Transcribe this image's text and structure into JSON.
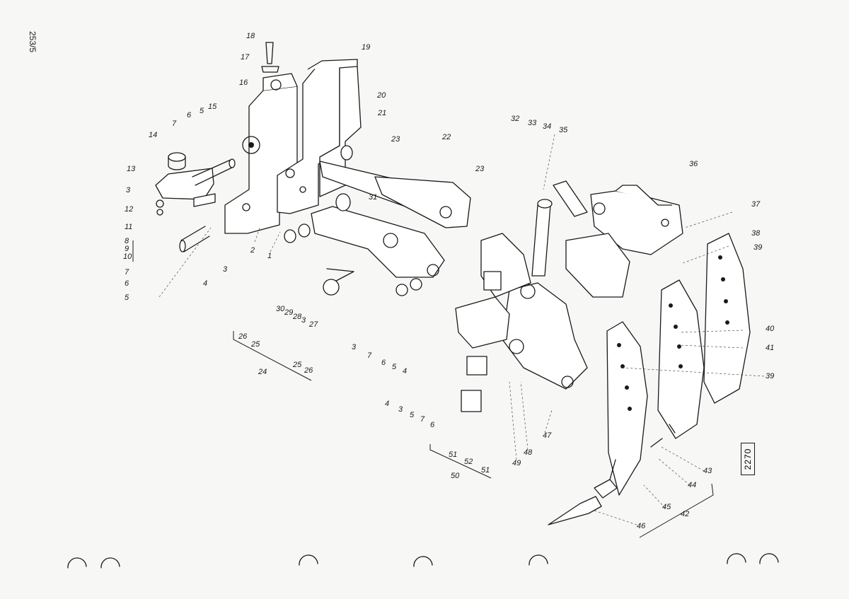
{
  "page_number": "253/5",
  "drawing_id": "2270",
  "labels": [
    "18",
    "17",
    "16",
    "19",
    "20",
    "21",
    "15",
    "5",
    "6",
    "7",
    "14",
    "13",
    "3",
    "12",
    "11",
    "8",
    "9",
    "10",
    "7",
    "6",
    "5",
    "4",
    "3",
    "2",
    "1",
    "31",
    "23",
    "22",
    "23",
    "32",
    "33",
    "34",
    "35",
    "36",
    "37",
    "38",
    "39",
    "30",
    "29",
    "28",
    "3",
    "27",
    "26",
    "25",
    "24",
    "25",
    "26",
    "3",
    "7",
    "6",
    "5",
    "4",
    "40",
    "41",
    "39",
    "4",
    "3",
    "5",
    "7",
    "6",
    "47",
    "48",
    "49",
    "51",
    "52",
    "50",
    "51",
    "43",
    "44",
    "45",
    "42",
    "46"
  ]
}
